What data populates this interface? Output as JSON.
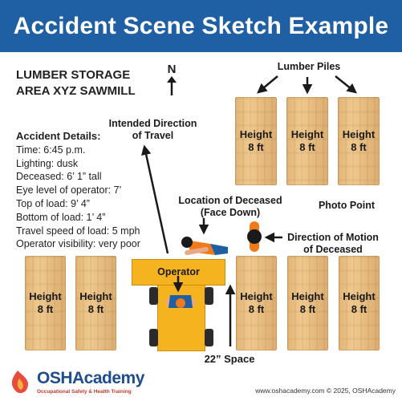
{
  "title": "Accident Scene Sketch Example",
  "area_label": [
    "LUMBER STORAGE",
    "AREA XYZ SAWMILL"
  ],
  "north_label": "N",
  "lumber_piles_label": "Lumber Piles",
  "intended_direction_label": [
    "Intended Direction",
    "of Travel"
  ],
  "details": {
    "heading": "Accident Details:",
    "lines": [
      "Time: 6:45 p.m.",
      "Lighting: dusk",
      "Deceased: 6’ 1” tall",
      "Eye level of operator: 7’",
      "Top of load: 9’ 4”",
      "Bottom of load: 1’ 4”",
      "Travel speed of load: 5 mph",
      "Operator visibility: very poor"
    ]
  },
  "pile_label": "Height\n8 ft",
  "deceased_label": [
    "Location of Deceased",
    "(Face Down)"
  ],
  "photo_point_label": "Photo Point",
  "motion_label": [
    "Direction of Motion",
    "of Deceased"
  ],
  "operator_label": "Operator",
  "space_label": "22” Space",
  "footer": {
    "logo_text": "OSHAcademy",
    "logo_subtext": "Occupational Safety & Health Training",
    "copyright": "www.oshacademy.com © 2025, OSHAcademy"
  },
  "colors": {
    "title_bar": "#1f5fa3",
    "forklift": "#f4b31f",
    "photo_point": "#f07a1a",
    "wood": "#e6bb80"
  }
}
